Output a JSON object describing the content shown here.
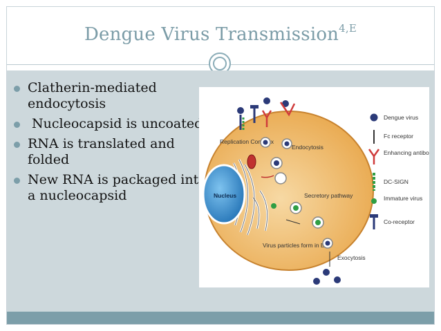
{
  "title": {
    "text": "Dengue Virus Transmission",
    "superscript": "4,E"
  },
  "bullets": [
    "Clatherin-mediated endocytosis",
    " Nucleocapsid is uncoated",
    "RNA is translated and folded",
    "New RNA is packaged into a nucleocapsid"
  ],
  "diagram": {
    "labels": {
      "replication_complex": "Replication Complex",
      "endocytosis": "Endocytosis",
      "nucleus": "Nucleus",
      "secretory_pathway": "Secretory pathway",
      "virus_particles": "Virus particles form in ER",
      "exocytosis": "Exocytosis"
    },
    "legend": [
      {
        "label": "Dengue virus",
        "icon": "dengue-virus-icon"
      },
      {
        "label": "Fc receptor",
        "icon": "fc-receptor-icon"
      },
      {
        "label": "Enhancing antibody",
        "icon": "enhancing-antibody-icon"
      },
      {
        "label": "DC-SIGN",
        "icon": "dc-sign-icon"
      },
      {
        "label": "Immature virus",
        "icon": "immature-virus-icon"
      },
      {
        "label": "Co-receptor",
        "icon": "co-receptor-icon"
      }
    ]
  },
  "colors": {
    "accent": "#7c9ea9",
    "title": "#7b9ca7",
    "body_bg": "#cdd8dc",
    "cell": "#f2c27a",
    "nucleus": "#3b8fcf",
    "virus": "#2b3a78",
    "immature_virus": "#2f9e44",
    "antibody": "#cf3b3b"
  }
}
